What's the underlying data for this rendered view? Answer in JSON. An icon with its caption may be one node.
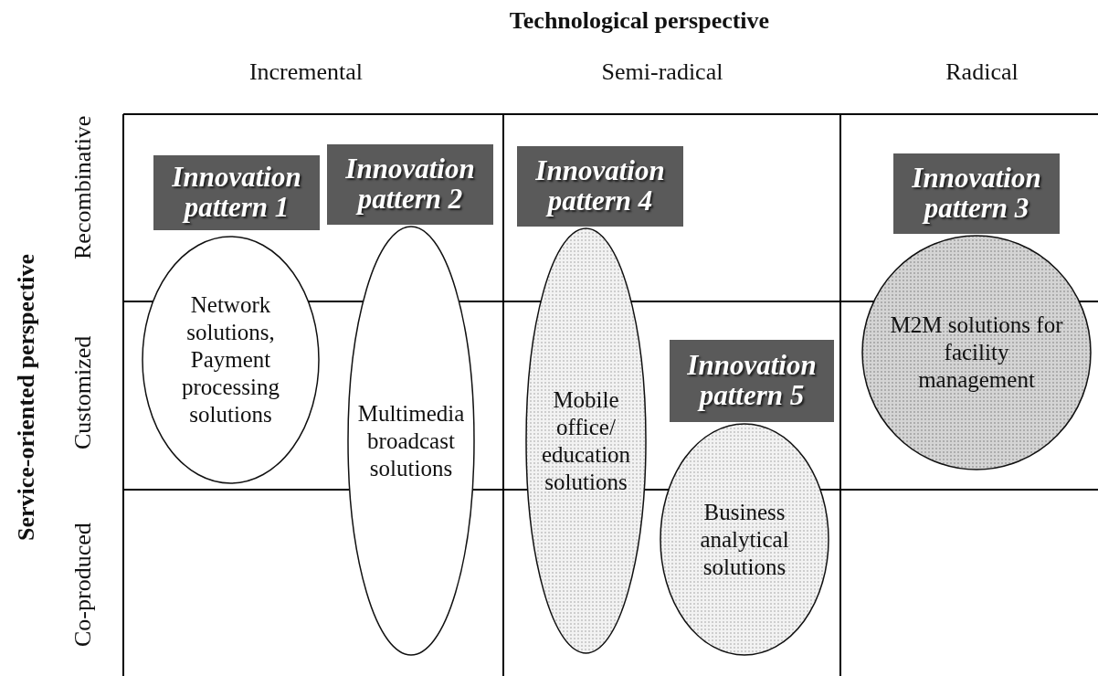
{
  "diagram": {
    "nodes": [
      {
        "text": [
          "Innovation pattern 1"
        ]
      },
      {
        "text": [
          "Network solutions, Payment processing solutions"
        ]
      },
      {
        "text": [
          "Innovation pattern 2"
        ]
      },
      {
        "text": [
          "Multimedia broadcast solutions"
        ]
      },
      {
        "text": [
          "Innovation pattern 4"
        ]
      },
      {
        "text": [
          "Mobile office/ education solutions"
        ]
      },
      {
        "text": [
          "Innovation pattern 5"
        ]
      },
      {
        "text": [
          "Business analytical solutions"
        ]
      },
      {
        "text": [
          "Innovation pattern 3"
        ]
      },
      {
        "text": [
          "M2M solutions for facility management"
        ]
      }
    ],
    "labels": [
      "Technological perspective",
      "Incremental",
      "Semi-radical",
      "Radical",
      "Service-oriented perspective",
      "Recombinative",
      "Customized",
      "Co-produced"
    ]
  }
}
